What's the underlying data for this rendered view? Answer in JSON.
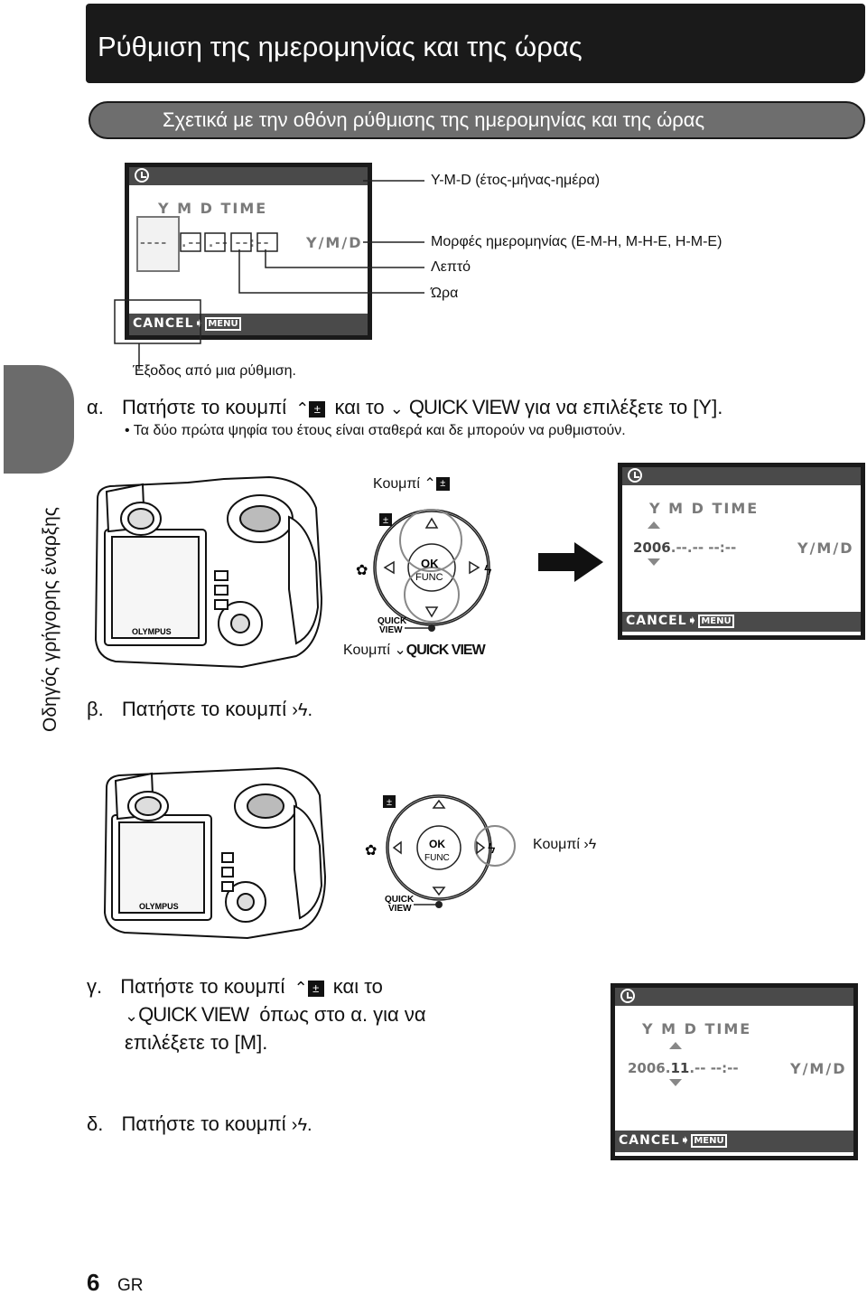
{
  "header": {
    "title": "Ρύθμιση της ημερομηνίας και της ώρας",
    "subtitle": "Σχετικά με την οθόνη ρύθμισης της ημερομηνίας και της ώρας"
  },
  "side_label": "Οδηγός γρήγορης έναρξης",
  "diagram": {
    "screen_fields": "Y  M  D TIME",
    "dash_year": "----",
    "dash_sep": ".-- .-- --:--",
    "format": "Y/M/D",
    "cancel": "CANCEL",
    "menu": "MENU",
    "callout_ymd": "Y-M-D (έτος-μήνας-ημέρα)",
    "callout_formats": "Μορφές ημερομηνίας (Ε-Μ-Η, Μ-Η-Ε, Η-Μ-Ε)",
    "callout_minute": "Λεπτό",
    "callout_hour": "Ώρα",
    "callout_exit": "Έξοδος από μια ρύθμιση."
  },
  "steps": {
    "a_letter": "α.",
    "a_text1": "Πατήστε το κουμπί",
    "a_text2": "και το",
    "a_text3": "QUICK VIEW",
    "a_text4": "για να επιλέξετε το [Y].",
    "a_note": "Τα δύο πρώτα ψηφία του έτους είναι σταθερά και δε μπορούν να ρυθμιστούν.",
    "b_letter": "β.",
    "b_text": "Πατήστε το κουμπί",
    "c_letter": "γ.",
    "c_text1": "Πατήστε το κουμπί",
    "c_text2": "και το",
    "c_text3": "QUICK VIEW",
    "c_text4": "όπως στο α. για να",
    "c_text5": "επιλέξετε το [M].",
    "d_letter": "δ.",
    "d_text": "Πατήστε το κουμπί"
  },
  "figure_a": {
    "button_label_up": "Κουμπί",
    "button_label_down": "Κουμπί",
    "quick_view": "QUICK VIEW",
    "ok": "OK",
    "func": "FUNC",
    "qv_line1": "QUICK",
    "qv_line2": "VIEW",
    "brand": "OLYMPUS"
  },
  "screen_a": {
    "fields": "Y  M  D TIME",
    "year": "2006",
    "rest": ".--.-- --:--",
    "format": "Y/M/D",
    "cancel": "CANCEL",
    "menu": "MENU"
  },
  "figure_b": {
    "button_label": "Κουμπί",
    "ok": "OK",
    "func": "FUNC",
    "qv_line1": "QUICK",
    "qv_line2": "VIEW",
    "brand": "OLYMPUS"
  },
  "screen_c": {
    "fields": "Y  M  D TIME",
    "year": "2006.",
    "month": "11",
    "rest": ".-- --:--",
    "format": "Y/M/D",
    "cancel": "CANCEL",
    "menu": "MENU"
  },
  "footer": {
    "page_number": "6",
    "lang": "GR"
  }
}
